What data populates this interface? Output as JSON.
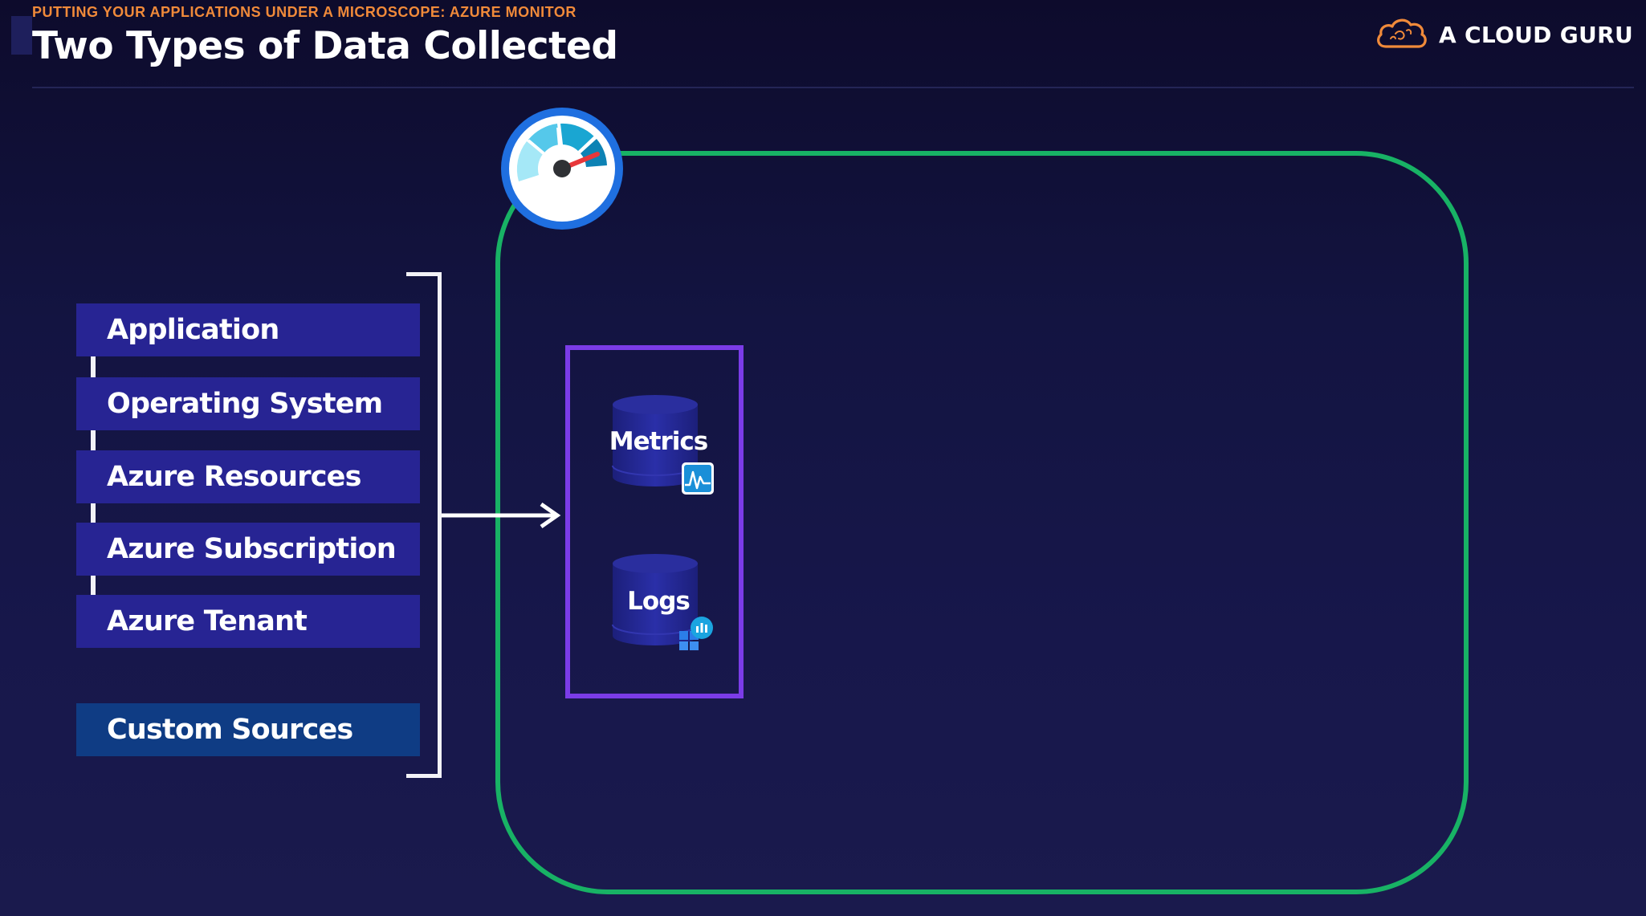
{
  "header": {
    "pretitle": "PUTTING YOUR APPLICATIONS UNDER A MICROSCOPE: AZURE MONITOR",
    "title": "Two Types of Data Collected",
    "brand": "A CLOUD GURU"
  },
  "sources": [
    {
      "label": "Application"
    },
    {
      "label": "Operating System"
    },
    {
      "label": "Azure Resources"
    },
    {
      "label": "Azure Subscription"
    },
    {
      "label": "Azure Tenant"
    }
  ],
  "custom_source": {
    "label": "Custom Sources"
  },
  "data_stores": {
    "metrics": {
      "label": "Metrics",
      "icon": "metrics-chart-icon"
    },
    "logs": {
      "label": "Logs",
      "icon": "log-analytics-icon"
    }
  },
  "icons": {
    "monitor": "azure-monitor-gauge-icon",
    "brand": "cloud-logo-icon"
  },
  "colors": {
    "accent_orange": "#f08a3a",
    "source_box": "#272493",
    "custom_box": "#0f3c84",
    "monitor_frame": "#18b265",
    "store_frame": "#7b3ce8"
  }
}
